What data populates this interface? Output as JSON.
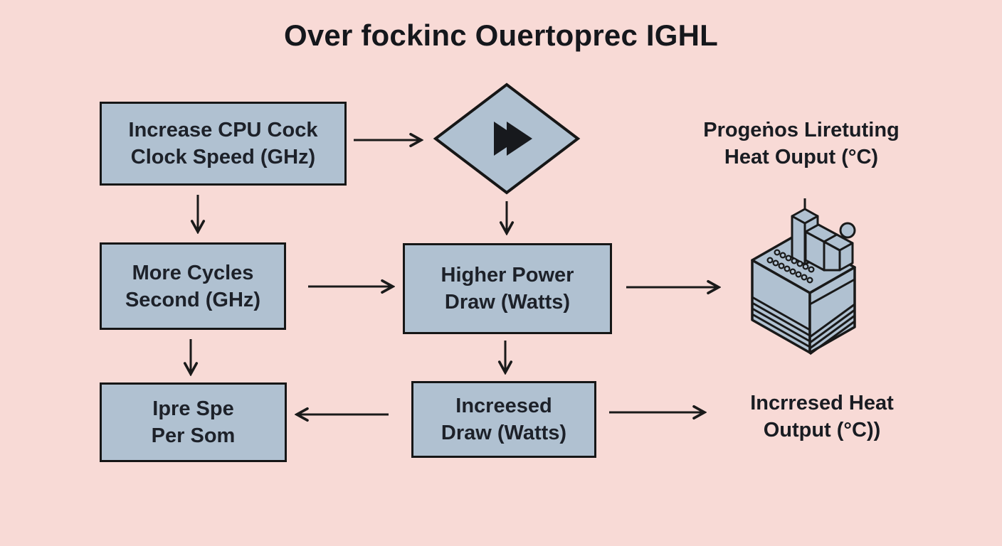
{
  "title": "Over fockinc Ouertoprec IGHL",
  "palette": {
    "background": "#f8dad6",
    "node_fill": "#b0c1d1",
    "outline": "#1a1a1a",
    "text": "#1d2129"
  },
  "nodes": {
    "increase_cpu": {
      "line1": "Increase CPU Cock",
      "line2": "Clock Speed (GHz)"
    },
    "more_cycles": {
      "line1": "More Cycles",
      "line2": "Second (GHz)"
    },
    "higher_power": {
      "line1": "Higher Power",
      "line2": "Draw (Watts)"
    },
    "ipre_spe": {
      "line1": "Ipre Spe",
      "line2": "Per Som"
    },
    "increesed_draw": {
      "line1": "Increesed",
      "line2": "Draw (Watts)"
    }
  },
  "labels": {
    "progenos": {
      "line1": "Progeṅos Liretuting",
      "line2": "Heat Ouput (°C)"
    },
    "incrresed": {
      "line1": "Incrresed Heat",
      "line2": "Output (°C))"
    }
  },
  "icons": {
    "decision_diamond": "fast-forward-icon",
    "cpu_illustration": "cpu-chip-icon"
  }
}
